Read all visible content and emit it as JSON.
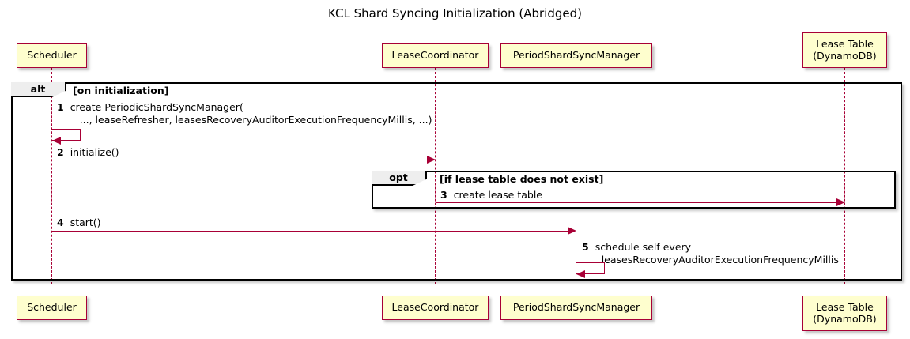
{
  "diagram": {
    "title": "KCL Shard Syncing Initialization (Abridged)",
    "colors": {
      "participant_fill": "#FEFECE",
      "participant_border": "#A80036",
      "lifeline": "#A80036",
      "arrow": "#A80036",
      "frame_border": "#000000",
      "frame_tab_fill": "#EEEEEE",
      "background": "#FFFFFF"
    }
  },
  "participants": [
    {
      "id": "scheduler",
      "line1": "Scheduler",
      "line2": ""
    },
    {
      "id": "lease_coordinator",
      "line1": "LeaseCoordinator",
      "line2": ""
    },
    {
      "id": "period_shard_sync_manager",
      "line1": "PeriodShardSyncManager",
      "line2": ""
    },
    {
      "id": "lease_table",
      "line1": "Lease Table",
      "line2": "(DynamoDB)"
    }
  ],
  "frames": [
    {
      "id": "alt",
      "tab": "alt",
      "condition": "[on initialization]"
    },
    {
      "id": "opt",
      "tab": "opt",
      "condition": "[if lease table does not exist]"
    }
  ],
  "messages": [
    {
      "num": "1",
      "from": "scheduler",
      "to": "scheduler",
      "kind": "self",
      "line1": "create PeriodicShardSyncManager(",
      "line2": "..., leaseRefresher, leasesRecoveryAuditorExecutionFrequencyMillis, ...)"
    },
    {
      "num": "2",
      "from": "scheduler",
      "to": "lease_coordinator",
      "kind": "sync",
      "line1": "initialize()",
      "line2": ""
    },
    {
      "num": "3",
      "from": "lease_coordinator",
      "to": "lease_table",
      "kind": "sync",
      "line1": "create lease table",
      "line2": ""
    },
    {
      "num": "4",
      "from": "scheduler",
      "to": "period_shard_sync_manager",
      "kind": "sync",
      "line1": "start()",
      "line2": ""
    },
    {
      "num": "5",
      "from": "period_shard_sync_manager",
      "to": "period_shard_sync_manager",
      "kind": "self",
      "line1": "schedule self every",
      "line2": "leasesRecoveryAuditorExecutionFrequencyMillis"
    }
  ]
}
